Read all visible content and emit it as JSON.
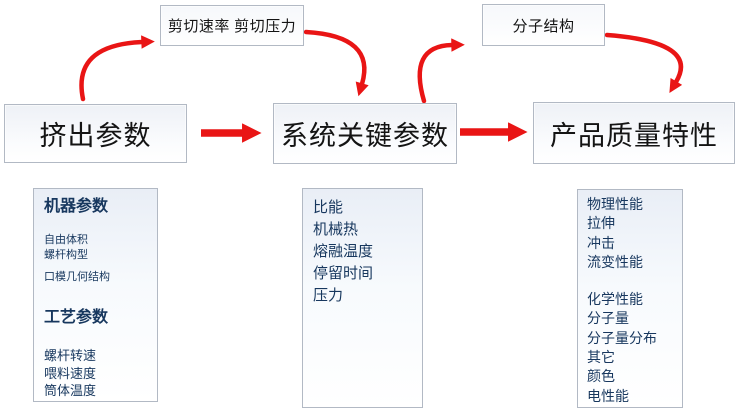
{
  "flow": {
    "extrusion_params": "挤出参数",
    "system_key_params": "系统关键参数",
    "product_quality": "产品质量特性",
    "shear_label": "剪切速率 剪切压力",
    "molecular_label": "分子结构"
  },
  "extrusion_detail": {
    "machine_heading": "机器参数",
    "machine_items": [
      "自由体积",
      "螺杆构型",
      "口模几何结构"
    ],
    "process_heading": "工艺参数",
    "process_items": [
      "螺杆转速",
      "喂料速度",
      "筒体温度"
    ]
  },
  "system_detail": {
    "items": [
      "比能",
      "机械热",
      "熔融温度",
      "停留时间",
      "压力"
    ]
  },
  "quality_detail": {
    "physical_items": [
      "物理性能",
      "拉伸",
      "冲击",
      "流变性能"
    ],
    "chemical_items": [
      "化学性能",
      "分子量",
      "分子量分布",
      "其它",
      "颜色",
      "电性能"
    ]
  },
  "colors": {
    "arrow_red": "#e91515",
    "text_navy": "#17375e",
    "box_border": "#b2b9c4",
    "heading_text": "#141414"
  }
}
